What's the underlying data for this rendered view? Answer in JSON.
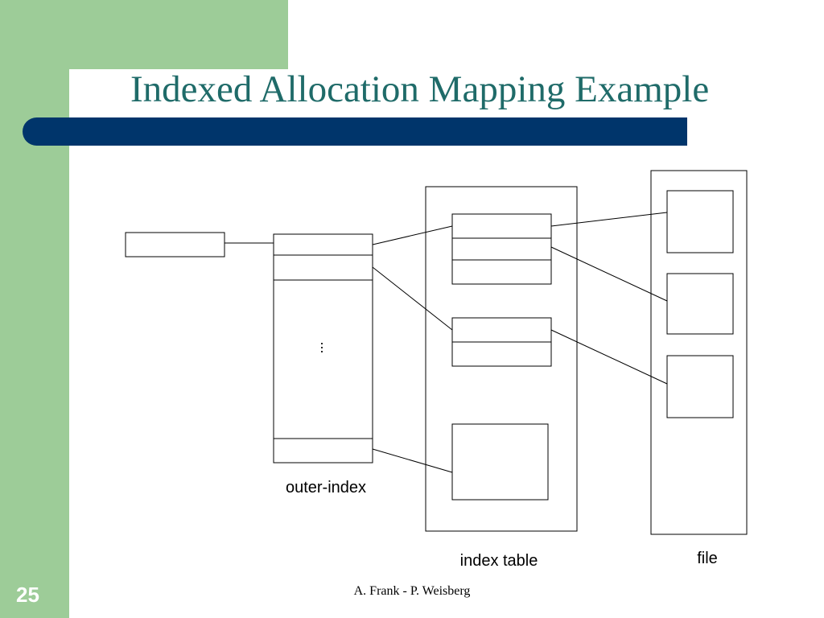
{
  "slide": {
    "title": "Indexed Allocation Mapping Example",
    "number": "25",
    "footer": "A. Frank - P.  Weisberg"
  },
  "diagram": {
    "labels": {
      "outer_index": "outer-index",
      "index_table": "index table",
      "file": "file",
      "ellipsis": "..."
    }
  },
  "colors": {
    "sidebar_green": "#9dcc98",
    "title_teal": "#1f6b69",
    "band_navy": "#00356b"
  }
}
